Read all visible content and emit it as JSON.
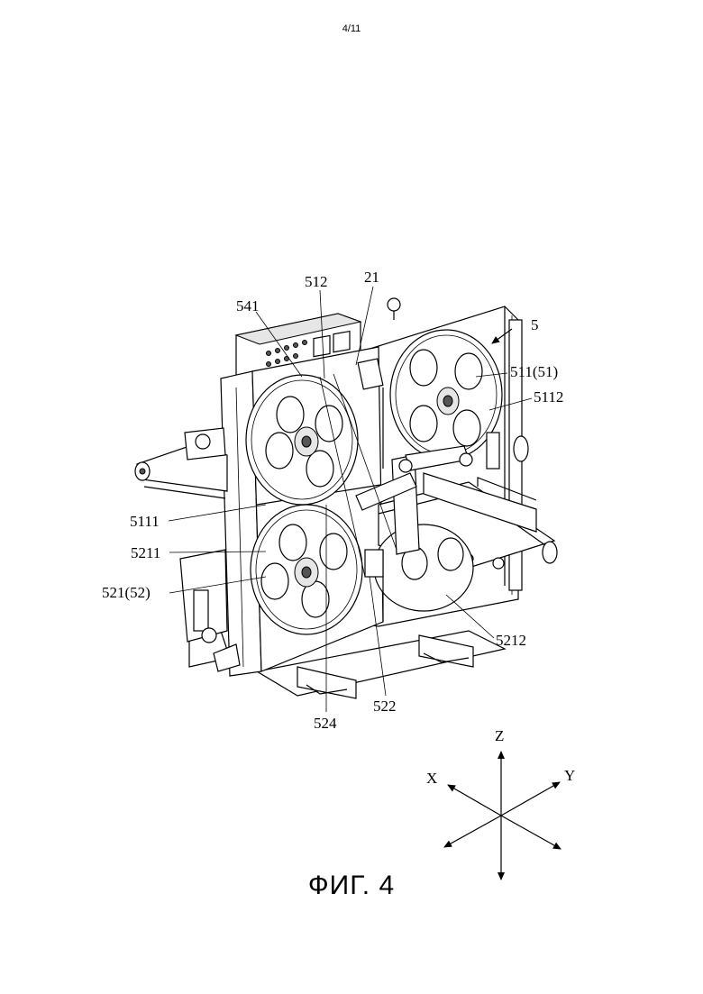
{
  "page_number": "4/11",
  "figure_caption": "ФИГ. 4",
  "labels": {
    "l541": "541",
    "l512": "512",
    "l21": "21",
    "l5": "5",
    "l511": "511(51)",
    "l5112": "5112",
    "l5111": "5111",
    "l5211": "5211",
    "l521": "521(52)",
    "l5212": "5212",
    "l522": "522",
    "l524": "524"
  },
  "axes": {
    "z": "Z",
    "x": "X",
    "y": "Y"
  }
}
